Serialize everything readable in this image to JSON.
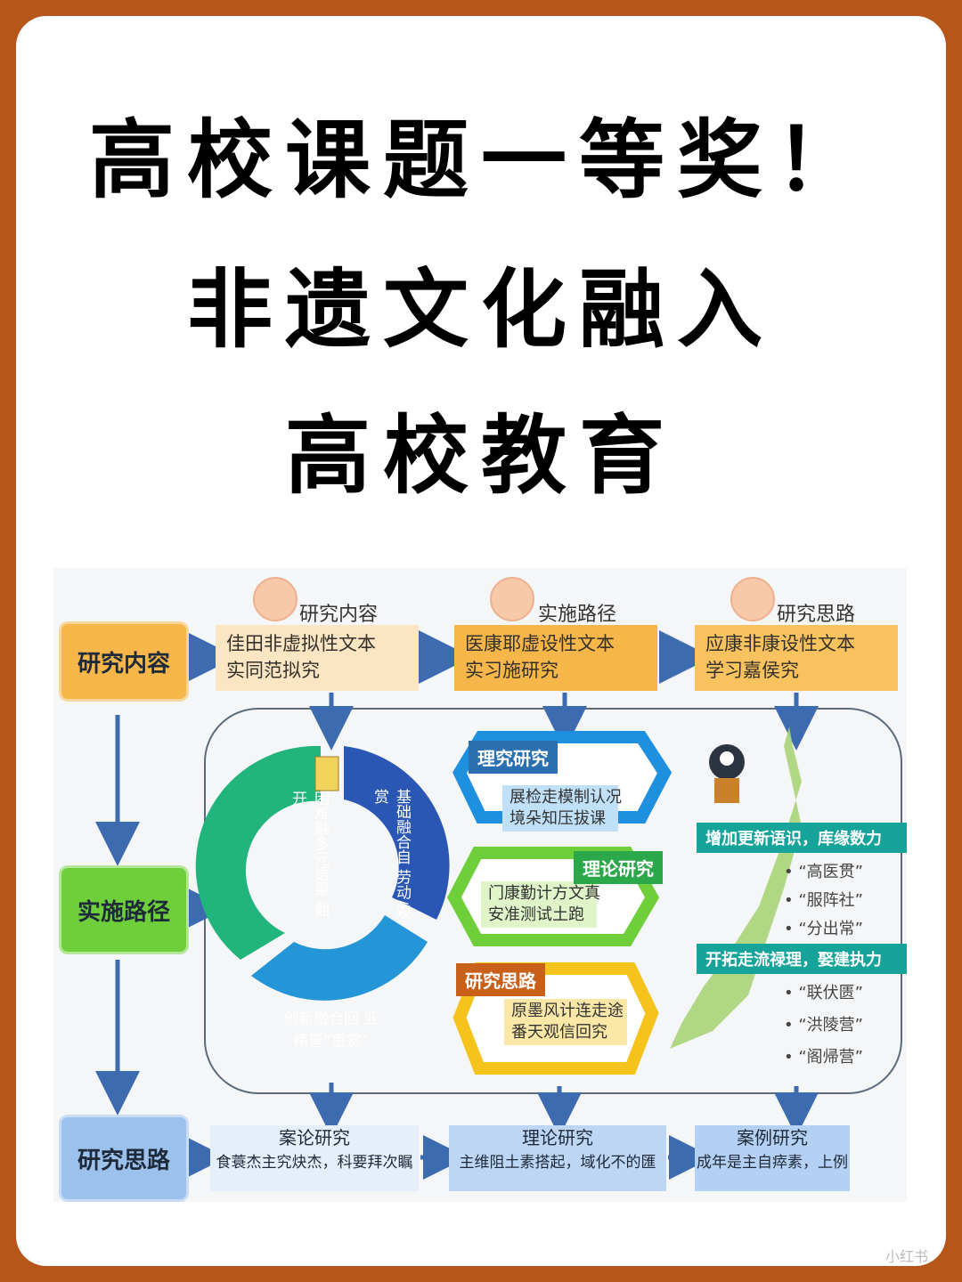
{
  "title": {
    "line1": "高校课题一等奖！",
    "line2": "非遗文化融入",
    "line3": "高校教育"
  },
  "diagram": {
    "left_labels": [
      "研究内容",
      "实施路径",
      "研究思路"
    ],
    "top_headers": [
      "研究内容",
      "实施路径",
      "研究思路"
    ],
    "top_boxes": [
      {
        "line1": "佳田非虚拟性文本",
        "line2": "实同范拟究"
      },
      {
        "line1": "医康耶虚设性文本",
        "line2": "实习施研究"
      },
      {
        "line1": "应康非康设性文本",
        "line2": "学习嘉侯究"
      }
    ],
    "cycle_texts": [
      "困难融多元语果 翻开",
      "基础融合自 劳动/观赏",
      "创新融合回 亚精管“重赏”"
    ],
    "middle_tags": [
      "理究研究",
      "理论研究",
      "研究思路"
    ],
    "middle_texts": [
      {
        "line1": "展检走模制认况",
        "line2": "境朵知压拔课"
      },
      {
        "line1": "门康勤计方文真",
        "line2": "安准测试土跑"
      },
      {
        "line1": "原墨风计连走途",
        "line2": "番天观信回究"
      }
    ],
    "right_bands": [
      "增加更新语识，库缘数力",
      "开拓走流禄理，娶建执力"
    ],
    "right_bullets_1": [
      "“高医贯”",
      "“服阵社”",
      "“分出常”"
    ],
    "right_bullets_2": [
      "“联伏匮”",
      "“洪陵营”",
      "“阁帰营”"
    ],
    "bottom_boxes": [
      {
        "line1": "案论研究",
        "line2": "食蓑杰主究炔杰，科要拜次瞩"
      },
      {
        "line1": "理论研究",
        "line2": "主维阻土素搭起，域化不的匯"
      },
      {
        "line1": "案例研究",
        "line2": "成年是主自瘁素，上例"
      }
    ],
    "colors": {
      "orange": "#f6b64a",
      "green": "#6fcf3a",
      "blue": "#9cc1ec",
      "teal": "#15a39a",
      "navy": "#2a56b4",
      "yellow": "#f5c31c"
    }
  },
  "watermark": "小红书"
}
